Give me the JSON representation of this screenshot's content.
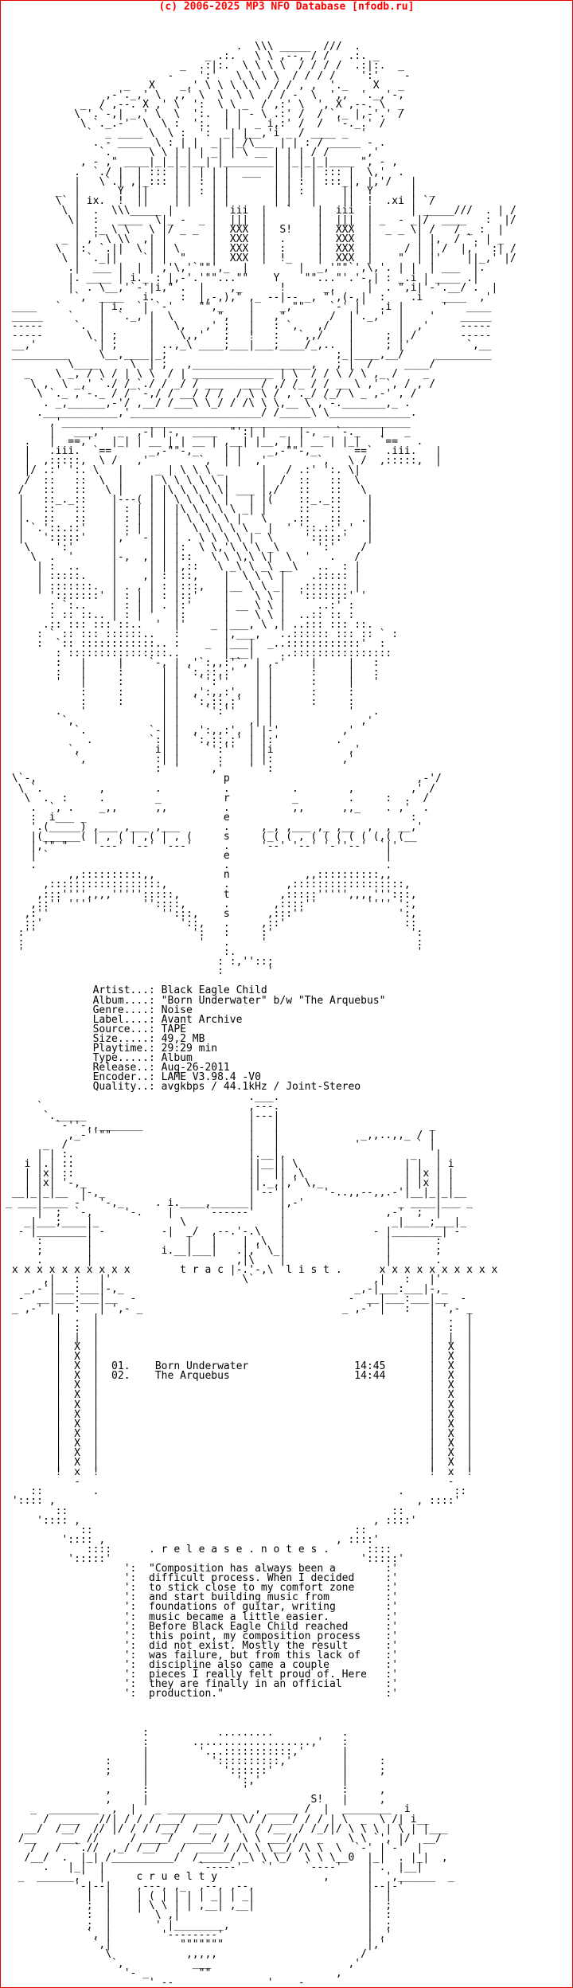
{
  "header": {
    "copyright": "(c) 2006-2025 MP3 NFO Database [nfodb.ru]"
  },
  "colors": {
    "background": "#ffffff",
    "art": "#000000",
    "accent": "#ff0000"
  },
  "release_info": {
    "artist": "Black Eagle Child",
    "album": "\"Born Underwater\" b/w \"The Arquebus\"",
    "genre": "Noise",
    "label": "Avant Archive",
    "source": "TAPE",
    "size": "49,2 MB",
    "playtime": "29:29 min",
    "type": "Album",
    "release": "Aug-26-2011",
    "encoder": "LAME V3.98.4 -V0",
    "quality": "avgkbps / 44.1kHz / Joint-Stereo"
  },
  "tracklist": [
    {
      "num": "01.",
      "title": "Born Underwater",
      "time": "14:45"
    },
    {
      "num": "02.",
      "title": "The Arquebus",
      "time": "14:44"
    }
  ],
  "sections": {
    "tracklist_title": "t r a c   l i s t .",
    "release_notes_title": ". r e l e a s e . n o t e s .",
    "footer_word": "c r u e l t y",
    "sig": "S!",
    "corner_left": "ix.",
    "corner_right": ".xi"
  },
  "release_notes": [
    "\"Composition has always been a",
    "difficult process. When I decided",
    "to stick close to my comfort zone",
    "and start building music from",
    "foundations of guitar, writing",
    "music became a little easier.",
    "Before Black Eagle Child reached",
    "this point, my composition process",
    "did not exist. Mostly the result",
    "was failure, but from this lack of",
    "discipline also came a couple",
    "pieces I really felt proud of. Here",
    "they are finally in an official",
    "production.\""
  ],
  "nfo_lines": [
    "",
    "",
    "",
    "                                     .  \\\\\\ _____  ///  .",
    "                                _ .:.   \\ \\ ,--, / /   .:. _",
    "                            _  .:|:.  \\ \\ \\ \\  / / / /  .:|:.  _",
    "                          -    ':'   \\ \\ \\ \\  / / / /    ':'    -",
    "                   _   X    _,' \\ \\ \\ \\ \\  / / , ,  '._    X   _",
    "                ,-'._,' \\  ,,' \\  \\  \\ \\  / / -  \\  ',,  '._,'-,",
    "            _  / ,--. X ,' \\  ':  \\ \\ _  / ,:' \\  ', X ,--. \\  _",
    "           \\ '.`-,| _,' \\  \\  ':.  | | - \\ .:' /  / `,_ |,-'.' /",
    "            \\ `._.-'  \\  \\ :  ':.  | |  _ i,:' /  /  '-._.' /",
    "             `  _ ____ \\  \\ :  ':  _| |__,'i _ / ____ _  '",
    "              . - _____ \\ : | |  _| |_/\\___ | | : / _____ - .",
    "               `.      \\ \\ | | | _| | \\ __ | | | / /      ,'",
    "            , - ,\" ____|_|_|_|__| |________| |_|_|_|____ \", - ,",
    "           .  `./ |  | ::: | | | | |  ___  | | | | ::: |  \\,'  .",
    "           |   \\`.| ,|_::: | | : | |       | | : | :::_|, |,'/   |",
    "        _  |      Y  ||    | | : | |       | | : |    ||  Y      |  _",
    "        \\` | ix.  !  ||    | |   | |       | |   |    ||  !  .xi | `/",
    "         \\ |  .  \\\\\\_____ |      |  iii  |   `    |  iii  |      | _____///  . | /",
    "          \\|  :   ____  \\|_ -  _ |  |||  |        |  |||  | _  - _|/  ____   :  |/",
    "           |  :_ \\ \\   \\ |/ _ _  |  XXX  |  S!    |  XXX  |  _ _ \\| /   / _ :  |",
    "         _ | ,' \\ \\\\  ,| |       |  XXX  |  .     |  XXX  |       | |,  / `. | _",
    "        \\  |:  `.||  \\ | | \\     |  XXX  |  :     |  XXX  |     / | | /  |,'  :| /",
    "         \\ | `._||    `| |  \"    |  XXX  |  !_    |  XXX  |    \"  | |'    ||_,' |/",
    "          .|  ___ |  | | ,'\\,'`\"\"',_  |        |  _,'\"\"`',\\,'. | |  | ___  |.",
    "          |. ____ | i._ : |,-'.'\"\"...\"\"    Y    \"\"...\"'.'-,| : _.i | ____ .|",
    "          |  . \\__,'`-'|i,\" .  |    ,_      !      _,     |  . \",i|'-'.__/ .  |",
    "           `,  ____   i.    :  |,-,),\" ,_ --|-- _, \"',(-,|  :    .i   ____  ,'",
    " ____   `      | i.  `| `-'    \"\",_    |    _,\"\"    `-' |'  .i |      '   ____",
    " _____    `    |  `._,'|  \\       \",   |   ,\"       /  |'._,'  |    '    _____",
    " -----     `.  |       |   \\,   ,' ;   |   : `,   ,/   |       |  ,'     -----",
    " -----       \\ | ;     |    \\,,'   ;   !   :   `,,/    |     ; | /       -----",
    " __,'         `| ;     | ..,_\\ ____;___|___;____/_,..  |     ; |'         `,__",
    " _________     \\__,____|_;                           ;_|____,__/     _________",
    "          \\____     \\  | ;   ,___________________,   ; |  /     ____/",
    "   _    \\ _, / \\ / | \\ \\  / | _____________ | \\  / / \\ / \\ ,_ /    _",
    "    \\ ,  \\ _,' `./ /_`./ / _/ / ___   ___/ ,/ /_ / / __ \\ ,' `, / , /",
    "     \\ `._ ,`-._ / / `-,/ / __/ / /  / \\ \\ / ,`._/ /_/ \\ _ ,-' , /",
    "      . _,______,-'/ ,__/ /___\\ \\_/ / /\\ \\ \\,__ \\ ,`-._______,_ .",
    "     .____________,'_____________________/ /_____\\ \\_____________.",
    "       ,'________________________________________________________",
    "       |   ___,'  _  ,-| |-,  ____  \"':| |  _  |-, _ `-._   |   _",
    "   .   |  ==,'   |_| | __ | | __ | ,__| |__, | | __ | |_|   `==   .",
    "   |   .iii.  `==      _,-\"\"-,_    | |    _,-\"\"-,_      ==`  .iii.   |",
    "   |  ,:::::,  \\ /   ,'        `,  | |  ,'        `,   \\ /  ,:::::,  |",
    "   |/ .:' ':. \\   |     _ | \\ \\ \\ _      |   / .:' ':. \\|",
    "   /  ::   ::  \\  |    | \\ \\ \\ \\ \\ |     |  /  ::   ::  \\",
    "  /   ::   ::   \\ |    | |\\ \\ \\ \\ \\| ___ |,/   ::   ::   \\",
    "  |   ::_._::    |---( | | \\ \\ \\ \\ |   | |(    ::_._::    |",
    "  |   ::   ::    | : | | | |\\ \\ \\ \\ \\ _| |     ::   ::    |",
    "  |.  ::   ::    | : | | | | \\ \\ \\ \\ |   \\    .::   ::   .|",
    "  | `.'::.::'    | : | | | |  \\ \\ \\ \\ \\ _ |  ' '::.::'.'  |",
    "  |   ':::::'    |,'  -| | | . \\ \\ \\ \\ |  \\     ':::::'   |",
    "   \\    ':'      |     | | |:  \\ \\,'\\ \\ \\ _\\      ':'    /",
    "    \\  .  '      |-,  ,| | |::   \\ \\ \\,\\ \\|  \\  '   .   /",
    "     | :  ..     |     | | |,::   \\ _\\ \\ _\\ __\\   ..  : |",
    "     | :::::.    |    ,| : |::,    |  \\ \\ \\ |    .::::: |",
    "     | :::::::.  | . , | : |:::,   |__ \\ \\ _|  .::::::: |",
    "     ' ':::::::' | : | | : |::'    |    \\ \\ |  ':::::::' '",
    "       : `:..    | : | | . |:'     | __ \\ \\ |     ..:' :",
    "       : :: ::.. | : | '   |:      |    \\ \\ |  ..:: :: :",
    "      .:: ::: ::: ::..  '  |'    _ |___, \\ ,| ..::: ::: ::.",
    "     : ` :: ::: ::::::..   :       |,___,   ..:::::: ::: :: ` :",
    "     :  `:: ::::::::::::.. :    _  |___|  _..::::::::::::'  :",
    "        : ::::::::::::::::..       |___|    ..::::::::::::::::",
    "        :   |     |    `-, | ,'`:,,:'`, | ,-'    |     |   :",
    "        :   |     :      | | `:,::,:'   | |      :     |   :",
    "        '   |     :      | |   `':''    | |      :     |   '",
    "            :     :      | |  ,':,,:',  | |      :     :",
    "            :     :      | |  `:,::,:'  | |      :     :",
    "        .   '            | |    `':''   | |            '   .",
    "         `,              | |           ,| |              ,'",
    "           `.          `-| |  ,':,,:', | |-'          ,'",
    "             .         `:| |  `:,::,:' | |:'         .",
    "          `,            i| |    `':''  | |i            ,'",
    "           `,           :| |      :    | |:           ,'",
    "                        :  '     ,'    '  :",
    " \\`-,                              p                              ,-'/",
    "  \\ `.         ,        .          .          .        ,         ,' /",
    "   \\  .  :     .        _          r          _        .     :  .  /",
    "    .  `, .    _,,      ,,         .          ,,      ,,_    . ,'  .",
    "    :  i___ _                      e                             :",
    "    '.(_____) ,___ ,___ ,___       .     ,_, ,___ ,_ ,__  ,  , __,'",
    "    |(______( | , ( | ,( | , (     s     (_( ( , ( ( ( ( ( (,( (__",
    "    |,'\" \"    '---' '--' '---'     .     '--' '--' '-''--'  `|'",
    "    | `                            e                         |",
    "    .                              .                         .",
    "          ,,::::::::::,,           n            ,,::::::::::,,",
    "      ,::::::::::::::::::,         .         ,::::::::::::::::::,",
    "     ,:::'''',,,,''''':::::,       t        ,:::::''''',,,,''':::,",
    "    ,::'' ''''        ''::::,      .       ,::::''        '''' ':,",
    "   ,:''                  '':::,    s      ,:::''               ':,",
    "   ::'                      '::,   .     ,::'                   ::",
    "  :''                         ':   :     :'                      ':",
    "  :                            '   .     '                        :",
    "  '                                :.                             '",
    "                                  : :,''::;",
    "                                  :       '",
    "",
    "              Artist...: Black Eagle Child",
    "              Album....: \"Born Underwater\" b/w \"The Arquebus\"",
    "              Genre....: Noise",
    "              Label....: Avant Archive",
    "              Source...: TAPE",
    "              Size.....: 49,2 MB",
    "              Playtime.: 29:29 min",
    "              Type.....: Album",
    "              Release..: Aug-26-2011",
    "              Encoder..: LAME V3.98.4 -V0",
    "              Quality..: avgkbps / 44.1kHz / Joint-Stereo",
    "                                       .___.",
    "     `                                 ,---.",
    "      `._____                          |---|",
    "        `-''-,,_______                 |   |                        _",
    "          ,_-''\"\"                      |   |             _,,..,,_ / |",
    "      _  /                             |   |            '         ` |",
    "     | | :.                            |.__|,                    _   |",
    "   i |.| ::                            ||__|| \\                 | |  | i",
    "   | |x| ::                            ||  || ,\\                | |x | |",
    "   | |x| '-,_                          ||._,|,' \\,_             | |x | |",
    " __|_|_|__  |-,_                       |'--'|      '-..,,--,,.-'|__|_|_|__",
    "_ ___|____ -'  '-,_     . i.____,______|    |,-'               _ ____|___ _",
    "     |  ;  `-,     '-.    |     `------'    |                ,-'  ;  |",
    "   _|___;____|_             \\               |                 _|____;___|_",
    "  - |________| -         -|  _/  ,--.'-.\\   |              - |________| -",
    "     :       |               |   |    | ,\\  |                |       :",
    "     ;       |           i.__|___|   .|,' \\_|                |       ;",
    "     .       |                       ,|\\    |                |       .",
    " x x x x x x x x x x        t r a c |-.'-,\\  l i s t .      x x x x x x x x x x",
    "      ,|   :   |'                     \\`                   ,|   :   |'",
    "   _,-'|___:___|-,_                                     _,-|___:___|-,_",
    "  -  __|___:___|__  -                                  -  __|___:___|__  -",
    " _ ,-' |   :   | ',- _                                _ ,-' |   :   | ',- _",
    "        |  .  |                                                     |  .  |",
    "        |  :  |                                                     |  :  |",
    "        |  |  |                                                     |  |  |",
    "        |  X  |                                                     |  X  |",
    "        |  X  |                                                     |  X  |",
    "        |  X  |  01.    Born Underwater                 14:45       |  X  |",
    "        |  X  |  02.    The Arquebus                    14:44       |  X  |",
    "        |  X  |                                                     |  X  |",
    "        |  X  |                                                     |  X  |",
    "        |  X  |                                                     |  X  |",
    "        |  X  |                                                     |  X  |",
    "        |  X  |                                                     |  X  |",
    "        |  X  |                                                     |  X  |",
    "        |  X  |                                                     |  X  |",
    "        |  X  |                                                     |  X  |",
    "        |  X  |                                                     |  X  |",
    "        !  x  !                                                     !  x  !",
    "           -                                                           -",
    "    ::        .                                                .        ::",
    " ':::: ,                                                          , ::::'",
    "        ::                                                    ::",
    "     ':::: ,                                               , ::::'",
    "            ::                                          ::",
    "         ':::: ,                                     , ::::'",
    "             ::::      . r e l e a s e . n o t e s .      ::::",
    "          ':::::'                                        ':::::'",
    "                   ':  \"Composition has always been a        :'",
    "                   ':  difficult process. When I decided     :'",
    "                   ':  to stick close to my comfort zone     :'",
    "                   ':  and start building music from         :'",
    "                   ':  foundations of guitar, writing        :'",
    "                   ':  music became a little easier.         :'",
    "                   ':  Before Black Eagle Child reached      :'",
    "                   ':  this point, my composition process    :'",
    "                   ':  did not exist. Mostly the result      :'",
    "                   ':  was failure, but from this lack of    :'",
    "                   ':  discipline also came a couple         :'",
    "                   ':  pieces I really felt proud of. Here   :'",
    "                   ':  they are finally in an official       :'",
    "                   ':  production.\"                          :'",
    "",
    "",
    "",
    "                      :           .........           .",
    "                      :       ...................,'   :",
    "                      |        '...:::::::::::,'      |",
    "                :     |          '::::::::::,'        |     :",
    "                ;     |            '::::::'           |     ;",
    "                      |              ':,'             |",
    "                ,     :               '               :     ,",
    "                ,     |                          S!   |     ,",
    "    _  ________  ,  |   _ ____________  , _____ /  |  ________  i",
    "      /  ___   //| / / / ___/  ___/ \\ \\/ / ___/ / / | \\  _  \\ /| i__",
    "   __/  /__/  // |/ / / /__/  /__    \\  / /__  / /_/|/ \\ \\ \\ | \\ | |___",
    "  /__    ___ //     / ____/  ____/ /  \\ \\ ___//   _    \\ \\ `', |/  __/",
    "    /   /  `.//  ,_/ /__/   /  ____/ /\\ \\ \\__/ /\\ \\  \\  `-' |`-'  |",
    "   /__/  .  |_| /__________/  /_____/ _\\ \\ \\_/  \\ \\ \\__0  |_|  . |_|  ,",
    "      .   |_|  |               `-----'   `'     `----'    | .  |__|",
    "  _  ______,'  |     c r u e l t y                 ,      |  ',______  _",
    "           '-|--|    ,---, ,_  ,--, ,--,                  |--|-'",
    "             |  |    | ( | | | | _| | _|                  |  |",
    "             ;  |    | \\ \\ | | ,__| ,__|                  |  ;",
    "             :  |    '  \\ ,|                              |  :",
    "             ;  |       ' |________,                      |  ;",
    "             `, |        '--------'                       | ,'",
    "              `,|           \"\"\"\"\"\"\"                       |,'",
    "                \\            ,,,,,                       /",
    "                 `,           ___                      ,'",
    "                   '- _        \"\"                    ,",
    "                       ' -- _ __          '    -"
  ]
}
